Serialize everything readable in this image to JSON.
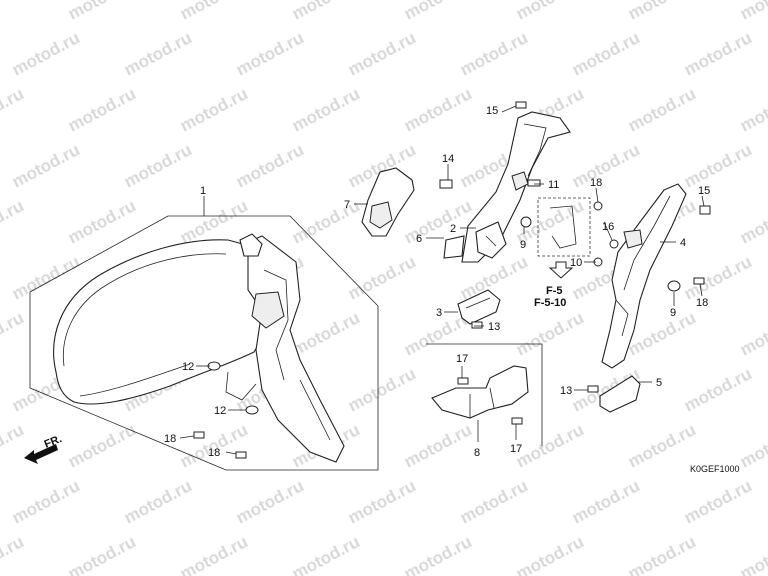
{
  "watermark": "motod.ru",
  "diagram_code": "K0GEF1000",
  "direction_label": "FR.",
  "references": [
    "F-5",
    "F-5-10"
  ],
  "callouts": {
    "c1": "1",
    "c2": "2",
    "c3": "3",
    "c4": "4",
    "c5": "5",
    "c6": "6",
    "c7": "7",
    "c8": "8",
    "c9a": "9",
    "c9b": "9",
    "c10": "10",
    "c11": "11",
    "c12a": "12",
    "c12b": "12",
    "c13a": "13",
    "c13b": "13",
    "c14": "14",
    "c15a": "15",
    "c15b": "15",
    "c16": "16",
    "c17a": "17",
    "c17b": "17",
    "c18a": "18",
    "c18b": "18",
    "c18c": "18",
    "c18d": "18"
  }
}
